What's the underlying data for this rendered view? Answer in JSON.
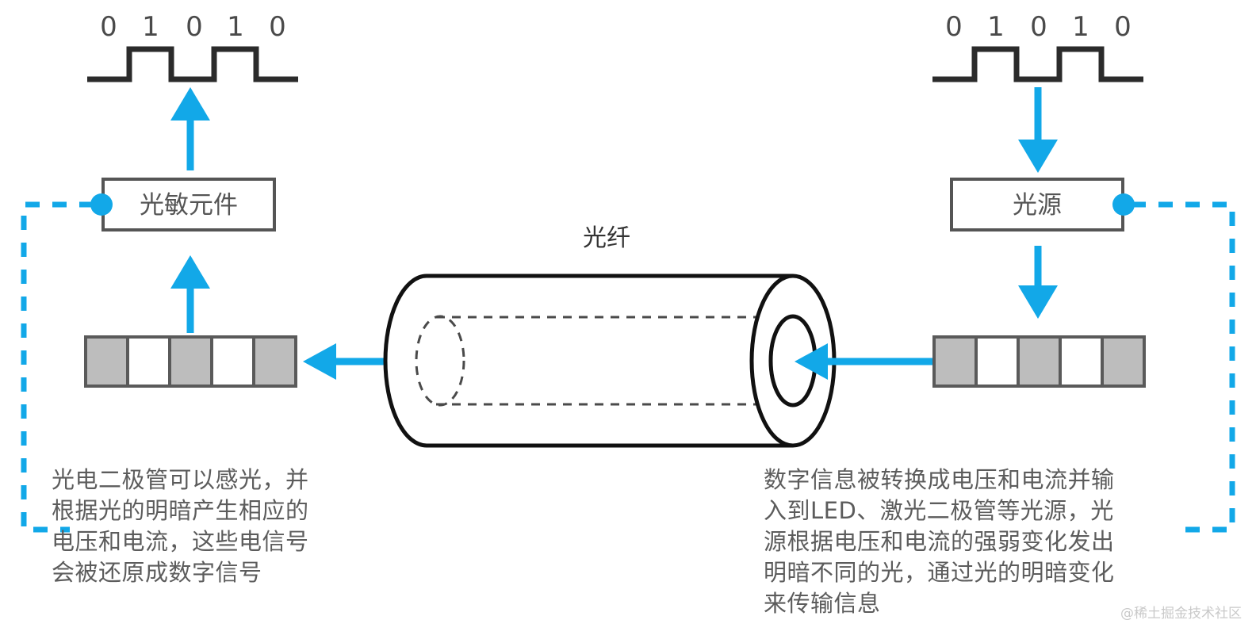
{
  "colors": {
    "accent_blue": "#12a8e8",
    "wave_stroke": "#2b2b2b",
    "box_stroke": "#555555",
    "cell_fill_on": "#bdbdbd",
    "cell_fill_off": "#ffffff",
    "cell_stroke": "#5a5a5a",
    "cylinder_stroke": "#111111",
    "text_gray": "#5c5c5c",
    "background": "#ffffff",
    "watermark": "#c9c9c9"
  },
  "left": {
    "bits": [
      "0",
      "1",
      "0",
      "1",
      "0"
    ],
    "component_label": "光敏元件",
    "cells": [
      "on",
      "off",
      "on",
      "off",
      "on"
    ],
    "caption_lines": [
      "光电二极管可以感光，并",
      "根据光的明暗产生相应的",
      "电压和电流，这些电信号",
      "会被还原成数字信号"
    ]
  },
  "right": {
    "bits": [
      "0",
      "1",
      "0",
      "1",
      "0"
    ],
    "component_label": "光源",
    "cells": [
      "on",
      "off",
      "on",
      "off",
      "on"
    ],
    "caption_lines": [
      "数字信息被转换成电压和电流并输",
      "入到LED、激光二极管等光源，光",
      "源根据电压和电流的强弱变化发出",
      "明暗不同的光，通过光的明暗变化",
      "来传输信息"
    ]
  },
  "center": {
    "fiber_label": "光纤"
  },
  "watermark": {
    "text": "@稀土掘金技术社区"
  }
}
